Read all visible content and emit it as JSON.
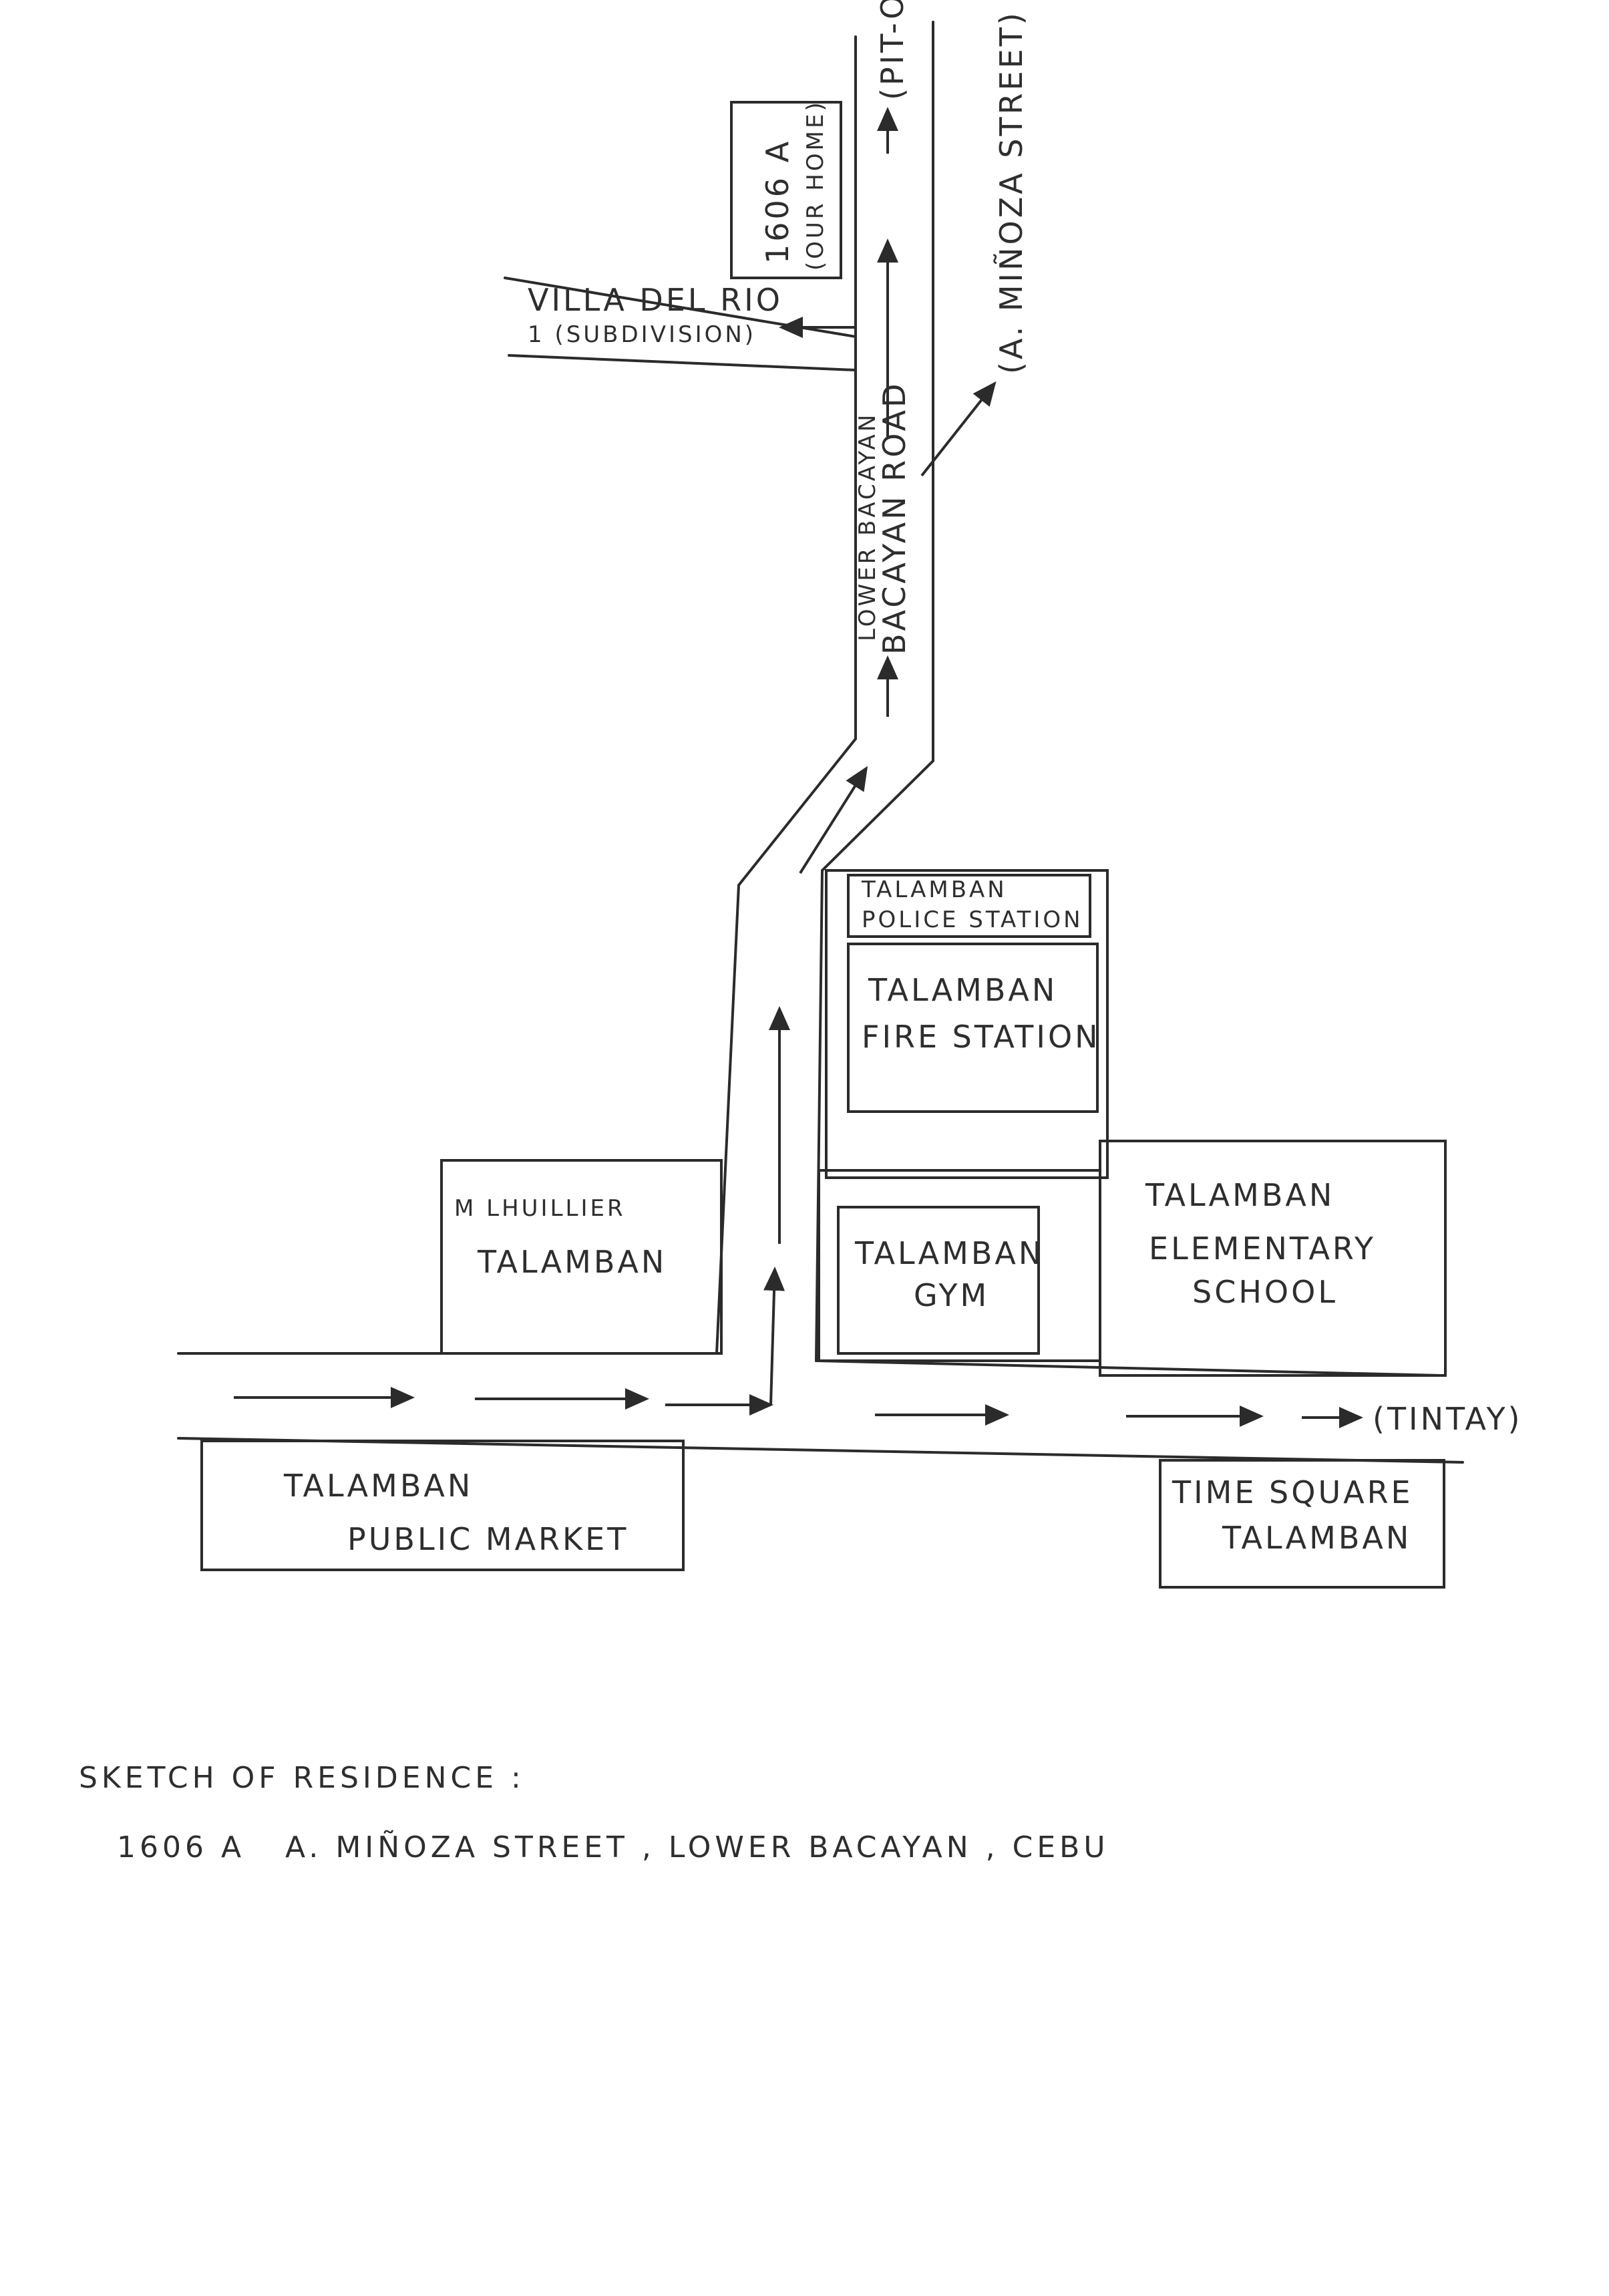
{
  "roads": {
    "main_road_small": "LOWER BACAYAN",
    "main_road": "BACAYAN ROAD",
    "street": "(A. MIÑOZA STREET)",
    "north_destination": "(PIT-O",
    "subdivision_line1": "VILLA DEL RIO",
    "subdivision_line2": "1 (SUBDIVISION)",
    "east_destination": "(TINTAY)"
  },
  "home": {
    "number": "1606 A",
    "label": "(OUR HOME)"
  },
  "landmarks": {
    "police": [
      "TALAMBAN",
      "POLICE STATION"
    ],
    "fire": [
      "TALAMBAN",
      "FIRE STATION"
    ],
    "gym": [
      "TALAMBAN",
      "GYM"
    ],
    "school": [
      "TALAMBAN",
      "ELEMENTARY",
      "SCHOOL"
    ],
    "mlhuillier": [
      "M LHUILLIER",
      "TALAMBAN"
    ],
    "market": [
      "TALAMBAN",
      "PUBLIC MARKET"
    ],
    "timesquare": [
      "TIME SQUARE",
      "TALAMBAN"
    ]
  },
  "caption": {
    "title": "SKETCH OF RESIDENCE :",
    "address": "1606 A   A. MIÑOZA STREET , LOWER BACAYAN , CEBU"
  }
}
